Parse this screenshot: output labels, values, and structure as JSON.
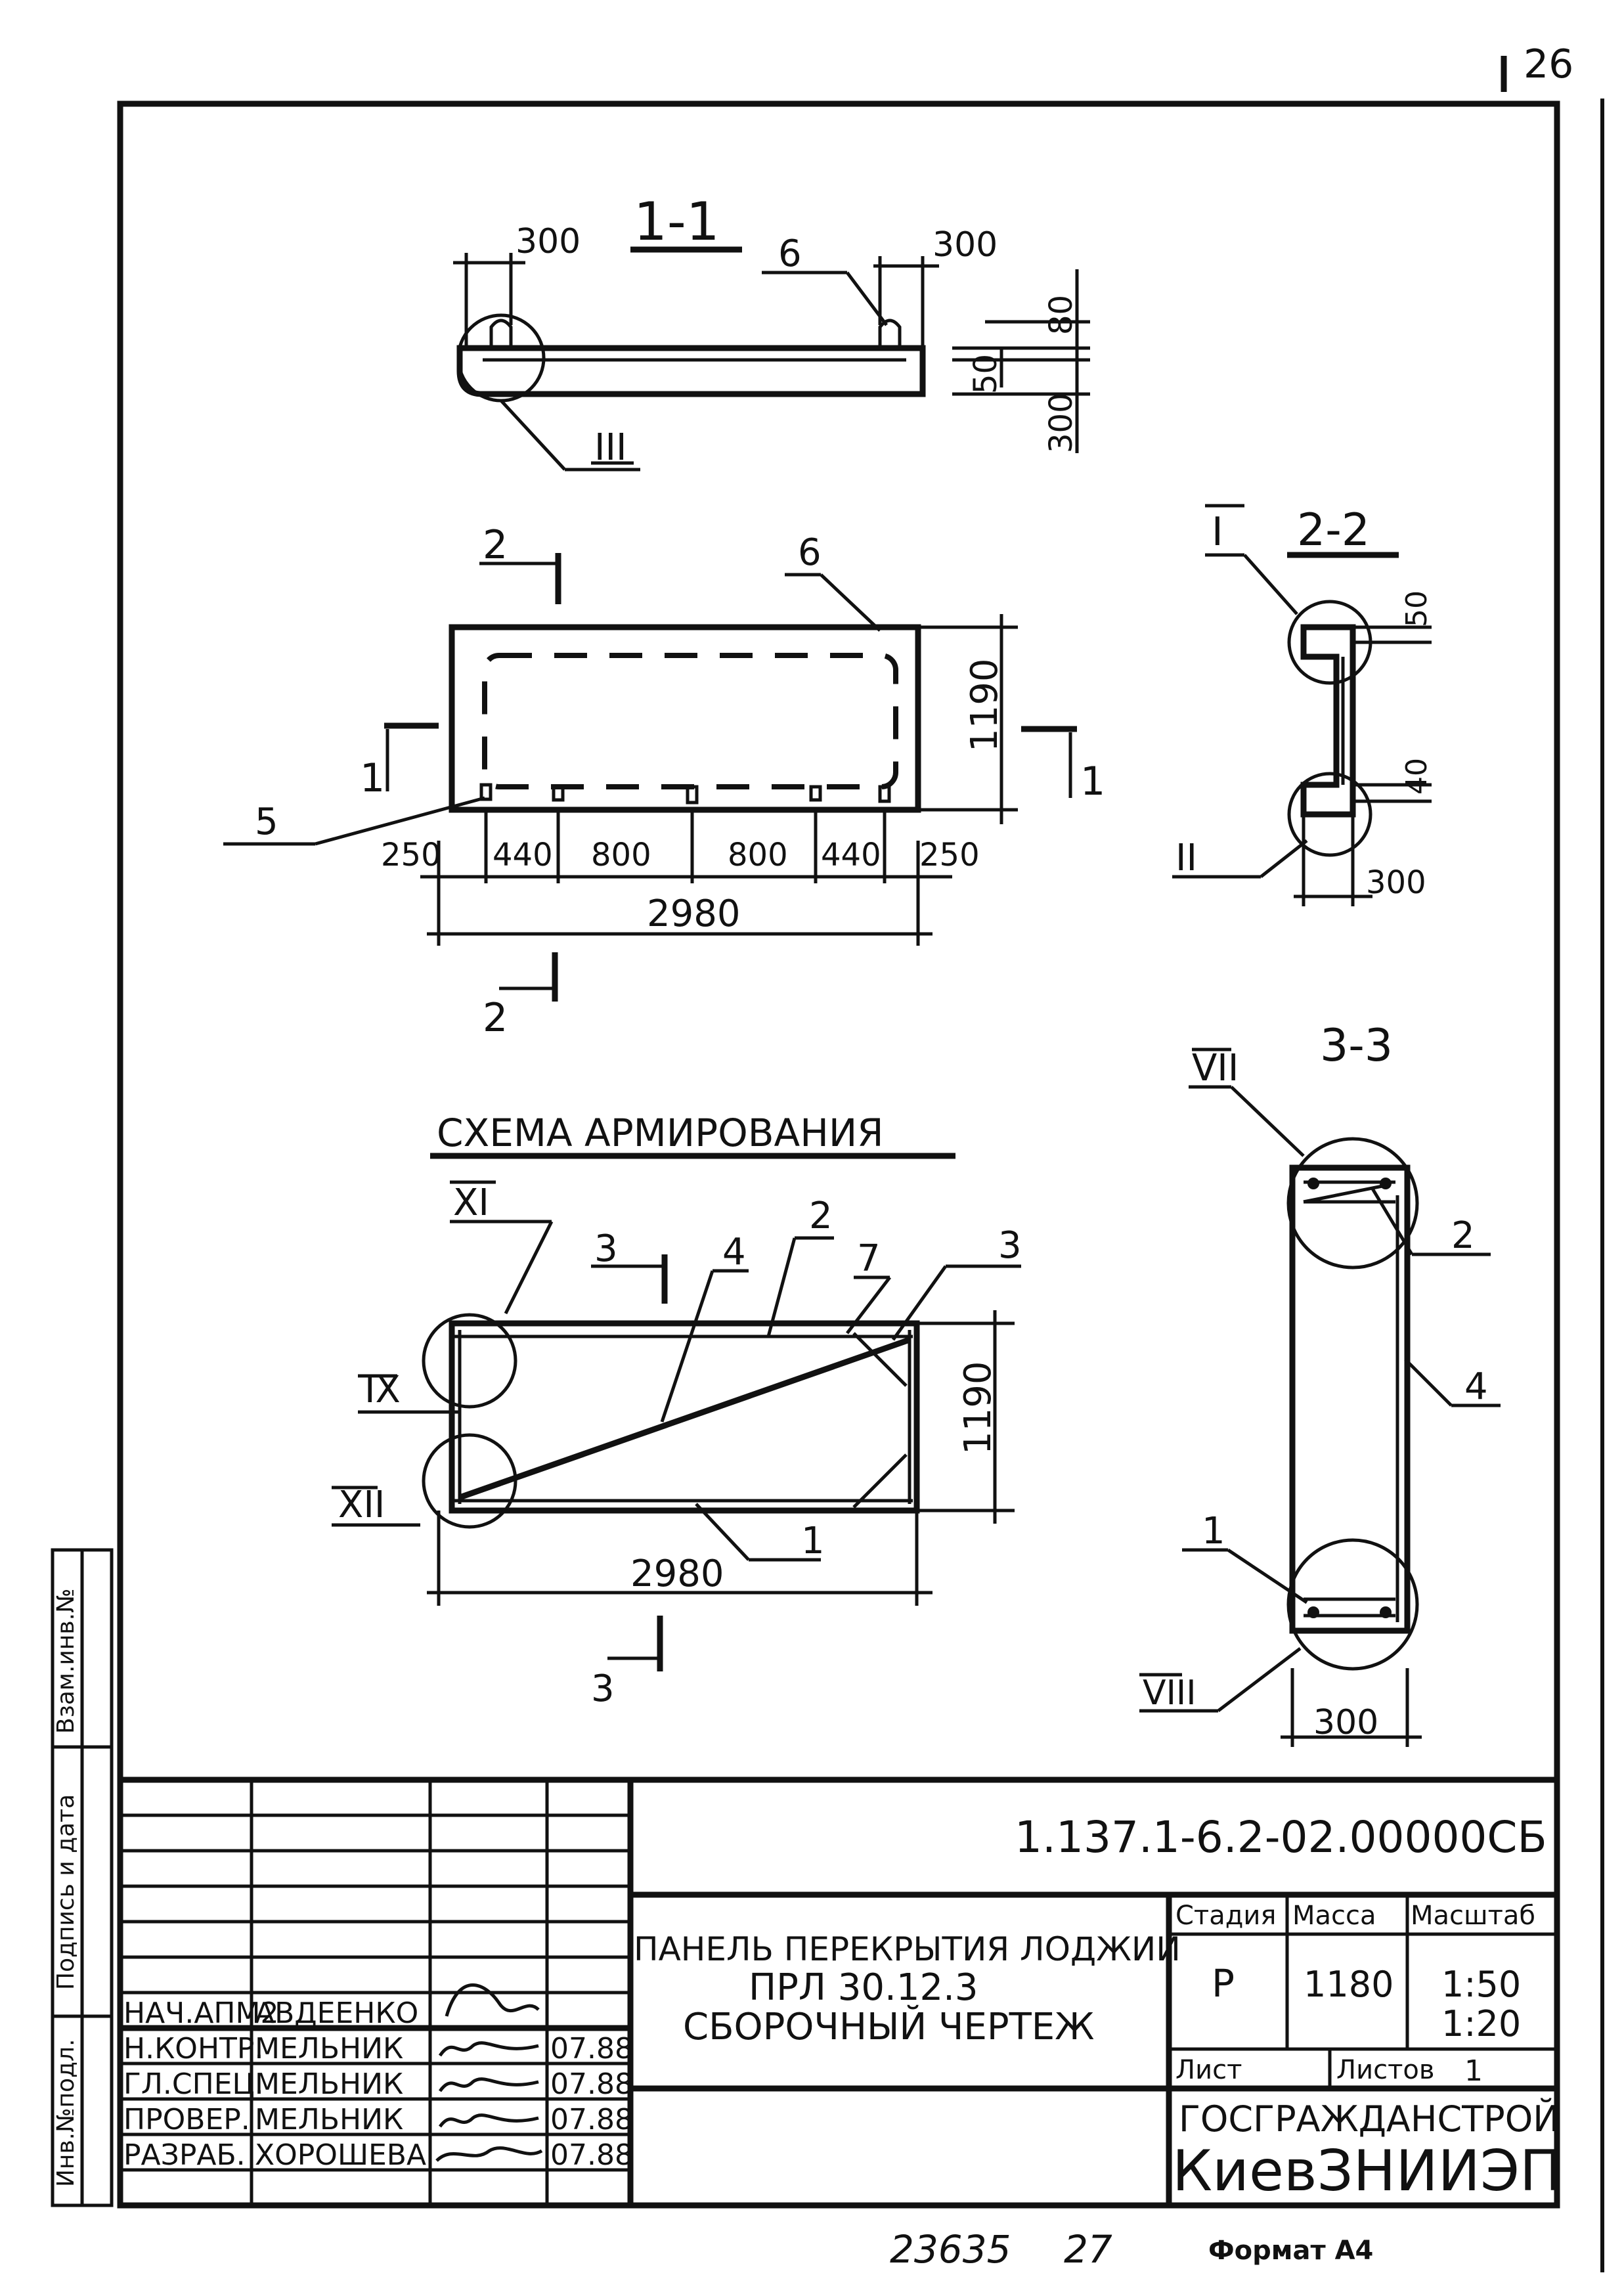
{
  "page_number": "26",
  "bottom_numbers": [
    "23635",
    "27"
  ],
  "format_label": "Формат А4",
  "side_labels": {
    "inv_podl": "Инв.№подл.",
    "podpis_data": "Подпись и дата",
    "vzam_inv": "Взам.инв.№"
  },
  "views": {
    "section_1_1": {
      "title": "1-1",
      "dims": [
        "300",
        "300",
        "80",
        "50",
        "300"
      ],
      "callouts": [
        "6",
        "III"
      ]
    },
    "plan": {
      "dims_bottom": [
        "250",
        "440",
        "800",
        "800",
        "440",
        "250"
      ],
      "overall": "2980",
      "height": "1190",
      "callouts": [
        "5",
        "6"
      ],
      "cut_marks": [
        "2",
        "2",
        "1",
        "1"
      ]
    },
    "section_2_2": {
      "title": "2-2",
      "dims": [
        "50",
        "40",
        "300"
      ],
      "callouts": [
        "I",
        "II"
      ]
    },
    "scheme": {
      "title": "СХЕМА АРМИРОВАНИЯ",
      "height": "1190",
      "overall": "2980",
      "callouts": [
        "XI",
        "IX",
        "XII",
        "4",
        "2",
        "7",
        "3",
        "1"
      ],
      "cut_marks": [
        "3",
        "3"
      ]
    },
    "section_3_3": {
      "title": "3-3",
      "dims": [
        "300"
      ],
      "callouts": [
        "VII",
        "2",
        "4",
        "1",
        "VIII"
      ]
    }
  },
  "title_block": {
    "doc_code": "1.137.1-6.2-02.00000СБ",
    "title_lines": [
      "ПАНЕЛЬ ПЕРЕКРЫТИЯ ЛОДЖИИ",
      "ПРЛ 30.12.3",
      "СБОРОЧНЫЙ ЧЕРТЕЖ"
    ],
    "headers": {
      "stage": "Стадия",
      "mass": "Масса",
      "scale": "Масштаб"
    },
    "stage": "Р",
    "mass": "1180",
    "scale": [
      "1:50",
      "1:20"
    ],
    "sheet_label": "Лист",
    "sheets_label": "Листов",
    "sheets_count": "1",
    "org_lines": [
      "ГОСГРАЖДАНСТРОЙ",
      "КиевЗНИИЭП"
    ],
    "signatures": [
      {
        "role": "НАЧ.АПМ2",
        "name": "АВДЕЕНКО",
        "date": ""
      },
      {
        "role": "Н.КОНТР.",
        "name": "МЕЛЬНИК",
        "date": "07.88"
      },
      {
        "role": "ГЛ.СПЕЦ.",
        "name": "МЕЛЬНИК",
        "date": "07.88"
      },
      {
        "role": "ПРОВЕР.",
        "name": "МЕЛЬНИК",
        "date": "07.88"
      },
      {
        "role": "РАЗРАБ.",
        "name": "ХОРОШЕВА",
        "date": "07.88"
      }
    ]
  }
}
